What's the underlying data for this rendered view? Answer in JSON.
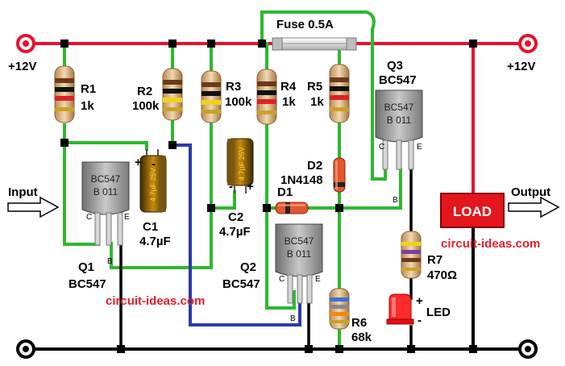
{
  "supply": {
    "left": "+12V",
    "right": "+12V"
  },
  "fuse": "Fuse 0.5A",
  "input": "Input",
  "output": "Output",
  "load": "LOAD",
  "watermark": "circuit-ideas.com",
  "resistors": {
    "r1": {
      "name": "R1",
      "value": "1k"
    },
    "r2": {
      "name": "R2",
      "value": "100k"
    },
    "r3": {
      "name": "R3",
      "value": "100k"
    },
    "r4": {
      "name": "R4",
      "value": "1k"
    },
    "r5": {
      "name": "R5",
      "value": "1k"
    },
    "r6": {
      "name": "R6",
      "value": "68k"
    },
    "r7": {
      "name": "R7",
      "value": "470Ω"
    }
  },
  "capacitors": {
    "c1": {
      "name": "C1",
      "value": "4.7µF",
      "body": "4.7µF 25V"
    },
    "c2": {
      "name": "C2",
      "value": "4.7µF",
      "body": "4.7µF 25V"
    }
  },
  "diodes": {
    "d1": {
      "name": "D1"
    },
    "d2": {
      "name": "D2",
      "value": "1N4148"
    }
  },
  "transistors": {
    "q1": {
      "name": "Q1",
      "type": "BC547"
    },
    "q2": {
      "name": "Q2",
      "type": "BC547"
    },
    "q3": {
      "name": "Q3",
      "type": "BC547"
    }
  },
  "chip_marking": {
    "line1": "BC547",
    "line2": "B 011"
  },
  "pins": {
    "c": "C",
    "b": "B",
    "e": "E"
  },
  "led": "LED",
  "polarity": {
    "plus": "+",
    "minus": "-"
  },
  "colors": {
    "rail": "#e8112d",
    "wire": "#2eb82e",
    "ground": "#000000",
    "blue_wire": "#2a3aa8",
    "load": "#e3161d"
  }
}
